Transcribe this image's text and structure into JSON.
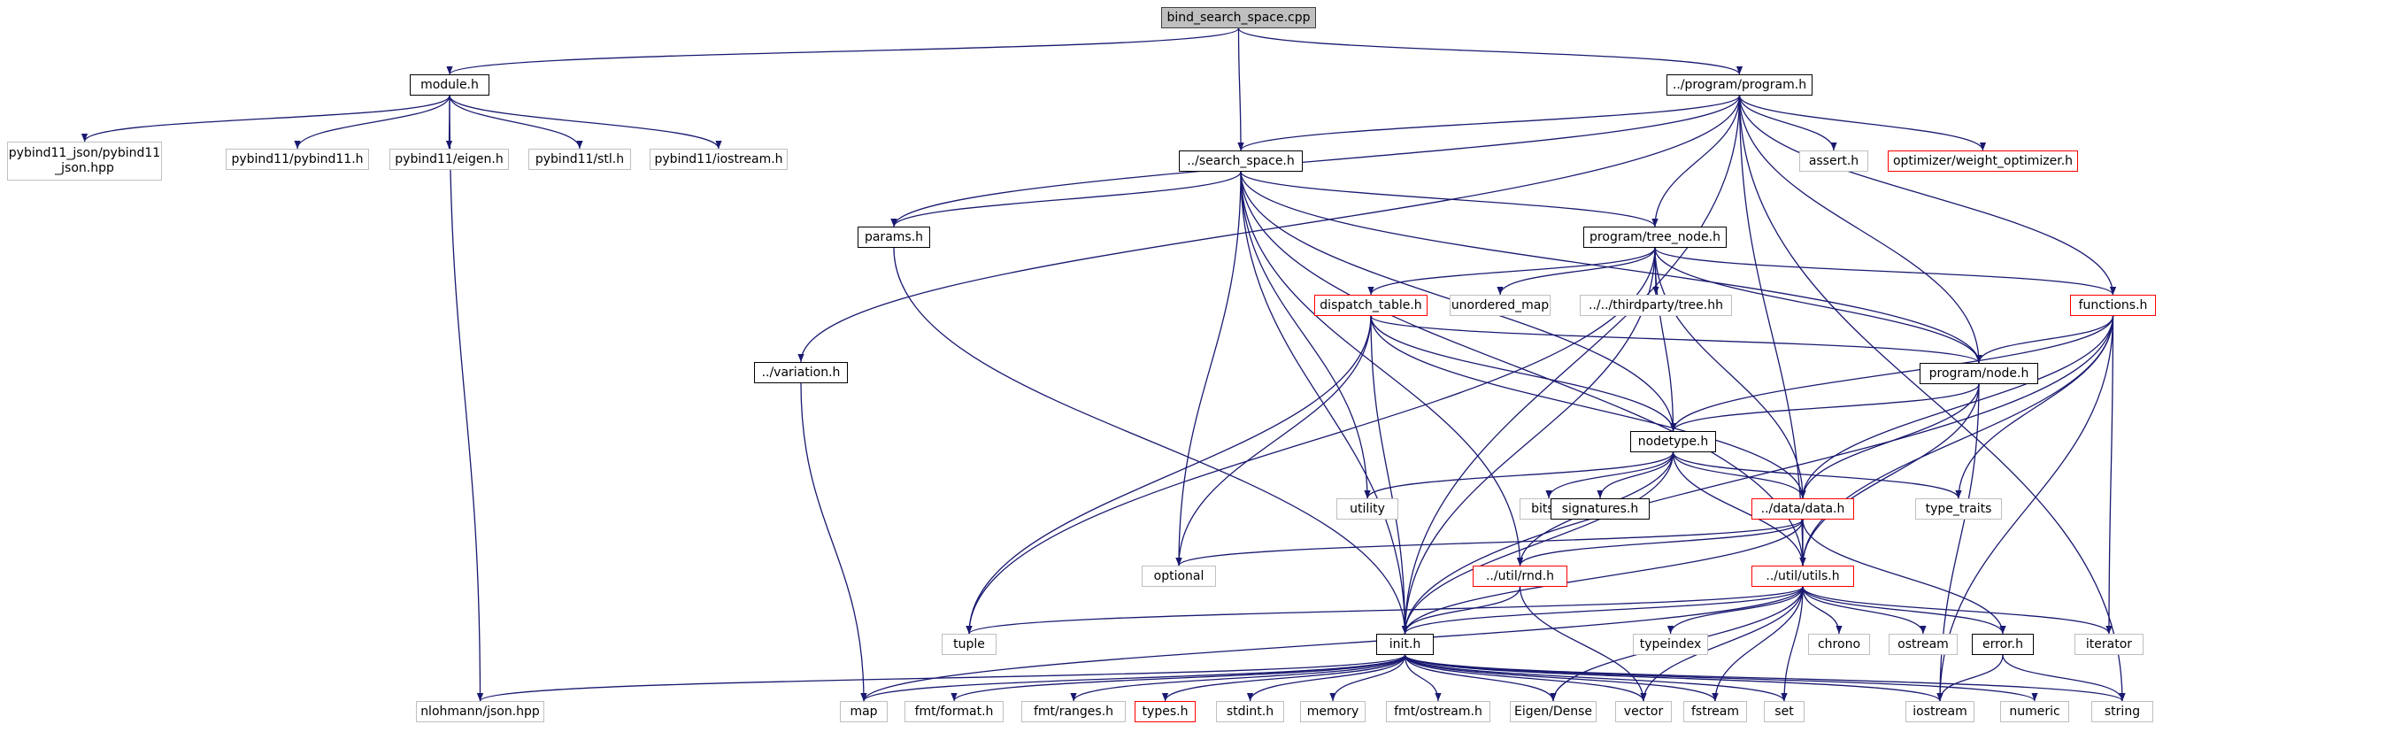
{
  "colors": {
    "edge": "#191970",
    "root_fill": "#bfbfbf",
    "documented_border": "#000000",
    "truncated_border": "#ff0000",
    "external_border": "#bfbfbf"
  },
  "nodes": {
    "bind_search_space_cpp": {
      "label": "bind_search_space.cpp",
      "kind": "root"
    },
    "module_h": {
      "label": "module.h",
      "kind": "documented"
    },
    "program_program_h": {
      "label": "../program/program.h",
      "kind": "documented"
    },
    "pybind11_json": {
      "label": "pybind11_json/pybind11 _json.hpp",
      "kind": "external"
    },
    "pybind11_pybind11": {
      "label": "pybind11/pybind11.h",
      "kind": "external"
    },
    "pybind11_eigen": {
      "label": "pybind11/eigen.h",
      "kind": "external"
    },
    "pybind11_stl": {
      "label": "pybind11/stl.h",
      "kind": "external"
    },
    "pybind11_iostream": {
      "label": "pybind11/iostream.h",
      "kind": "external"
    },
    "search_space_h": {
      "label": "../search_space.h",
      "kind": "documented"
    },
    "assert_h": {
      "label": "assert.h",
      "kind": "external"
    },
    "weight_optimizer_h": {
      "label": "optimizer/weight_optimizer.h",
      "kind": "truncated"
    },
    "params_h": {
      "label": "params.h",
      "kind": "documented"
    },
    "tree_node_h": {
      "label": "program/tree_node.h",
      "kind": "documented"
    },
    "variation_h": {
      "label": "../variation.h",
      "kind": "documented"
    },
    "dispatch_table_h": {
      "label": "dispatch_table.h",
      "kind": "truncated"
    },
    "unordered_map": {
      "label": "unordered_map",
      "kind": "external"
    },
    "thirdparty_tree": {
      "label": "../../thirdparty/tree.hh",
      "kind": "external"
    },
    "functions_h": {
      "label": "functions.h",
      "kind": "truncated"
    },
    "program_node_h": {
      "label": "program/node.h",
      "kind": "documented"
    },
    "nodetype_h": {
      "label": "nodetype.h",
      "kind": "documented"
    },
    "utility": {
      "label": "utility",
      "kind": "external"
    },
    "bitset": {
      "label": "bitset",
      "kind": "external"
    },
    "signatures_h": {
      "label": "signatures.h",
      "kind": "documented"
    },
    "data_data_h": {
      "label": "../data/data.h",
      "kind": "truncated"
    },
    "type_traits": {
      "label": "type_traits",
      "kind": "external"
    },
    "optional": {
      "label": "optional",
      "kind": "external"
    },
    "util_rnd_h": {
      "label": "../util/rnd.h",
      "kind": "truncated"
    },
    "util_utils_h": {
      "label": "../util/utils.h",
      "kind": "truncated"
    },
    "tuple": {
      "label": "tuple",
      "kind": "external"
    },
    "init_h": {
      "label": "init.h",
      "kind": "documented"
    },
    "typeindex": {
      "label": "typeindex",
      "kind": "external"
    },
    "chrono": {
      "label": "chrono",
      "kind": "external"
    },
    "ostream": {
      "label": "ostream",
      "kind": "external"
    },
    "error_h": {
      "label": "error.h",
      "kind": "documented"
    },
    "iterator": {
      "label": "iterator",
      "kind": "external"
    },
    "nlohmann_json": {
      "label": "nlohmann/json.hpp",
      "kind": "external"
    },
    "map": {
      "label": "map",
      "kind": "external"
    },
    "fmt_format": {
      "label": "fmt/format.h",
      "kind": "external"
    },
    "fmt_ranges": {
      "label": "fmt/ranges.h",
      "kind": "external"
    },
    "types_h": {
      "label": "types.h",
      "kind": "truncated"
    },
    "stdint_h": {
      "label": "stdint.h",
      "kind": "external"
    },
    "memory": {
      "label": "memory",
      "kind": "external"
    },
    "fmt_ostream": {
      "label": "fmt/ostream.h",
      "kind": "external"
    },
    "eigen_dense": {
      "label": "Eigen/Dense",
      "kind": "external"
    },
    "vector": {
      "label": "vector",
      "kind": "external"
    },
    "fstream": {
      "label": "fstream",
      "kind": "external"
    },
    "set": {
      "label": "set",
      "kind": "external"
    },
    "iostream": {
      "label": "iostream",
      "kind": "external"
    },
    "numeric": {
      "label": "numeric",
      "kind": "external"
    },
    "string": {
      "label": "string",
      "kind": "external"
    }
  },
  "edges": [
    [
      "bind_search_space_cpp",
      "module_h"
    ],
    [
      "bind_search_space_cpp",
      "search_space_h"
    ],
    [
      "bind_search_space_cpp",
      "program_program_h"
    ],
    [
      "module_h",
      "pybind11_json"
    ],
    [
      "module_h",
      "pybind11_pybind11"
    ],
    [
      "module_h",
      "pybind11_eigen"
    ],
    [
      "module_h",
      "pybind11_stl"
    ],
    [
      "module_h",
      "pybind11_iostream"
    ],
    [
      "module_h",
      "nlohmann_json"
    ],
    [
      "program_program_h",
      "search_space_h"
    ],
    [
      "program_program_h",
      "assert_h"
    ],
    [
      "program_program_h",
      "weight_optimizer_h"
    ],
    [
      "program_program_h",
      "params_h"
    ],
    [
      "program_program_h",
      "tree_node_h"
    ],
    [
      "program_program_h",
      "variation_h"
    ],
    [
      "program_program_h",
      "functions_h"
    ],
    [
      "program_program_h",
      "program_node_h"
    ],
    [
      "program_program_h",
      "init_h"
    ],
    [
      "program_program_h",
      "util_utils_h"
    ],
    [
      "program_program_h",
      "string"
    ],
    [
      "search_space_h",
      "params_h"
    ],
    [
      "search_space_h",
      "tree_node_h"
    ],
    [
      "search_space_h",
      "program_node_h"
    ],
    [
      "search_space_h",
      "nodetype_h"
    ],
    [
      "search_space_h",
      "utility"
    ],
    [
      "search_space_h",
      "optional"
    ],
    [
      "search_space_h",
      "util_rnd_h"
    ],
    [
      "search_space_h",
      "util_utils_h"
    ],
    [
      "search_space_h",
      "init_h"
    ],
    [
      "params_h",
      "init_h"
    ],
    [
      "variation_h",
      "map"
    ],
    [
      "tree_node_h",
      "dispatch_table_h"
    ],
    [
      "tree_node_h",
      "unordered_map"
    ],
    [
      "tree_node_h",
      "thirdparty_tree"
    ],
    [
      "tree_node_h",
      "functions_h"
    ],
    [
      "tree_node_h",
      "program_node_h"
    ],
    [
      "tree_node_h",
      "nodetype_h"
    ],
    [
      "tree_node_h",
      "data_data_h"
    ],
    [
      "tree_node_h",
      "tuple"
    ],
    [
      "tree_node_h",
      "init_h"
    ],
    [
      "dispatch_table_h",
      "program_node_h"
    ],
    [
      "dispatch_table_h",
      "nodetype_h"
    ],
    [
      "dispatch_table_h",
      "data_data_h"
    ],
    [
      "dispatch_table_h",
      "optional"
    ],
    [
      "dispatch_table_h",
      "tuple"
    ],
    [
      "dispatch_table_h",
      "init_h"
    ],
    [
      "functions_h",
      "program_node_h"
    ],
    [
      "functions_h",
      "nodetype_h"
    ],
    [
      "functions_h",
      "data_data_h"
    ],
    [
      "functions_h",
      "util_utils_h"
    ],
    [
      "functions_h",
      "type_traits"
    ],
    [
      "functions_h",
      "iterator"
    ],
    [
      "functions_h",
      "init_h"
    ],
    [
      "functions_h",
      "iostream"
    ],
    [
      "program_node_h",
      "nodetype_h"
    ],
    [
      "program_node_h",
      "data_data_h"
    ],
    [
      "program_node_h",
      "util_utils_h"
    ],
    [
      "program_node_h",
      "iostream"
    ],
    [
      "nodetype_h",
      "utility"
    ],
    [
      "nodetype_h",
      "bitset"
    ],
    [
      "nodetype_h",
      "signatures_h"
    ],
    [
      "nodetype_h",
      "data_data_h"
    ],
    [
      "nodetype_h",
      "type_traits"
    ],
    [
      "nodetype_h",
      "util_rnd_h"
    ],
    [
      "nodetype_h",
      "util_utils_h"
    ],
    [
      "nodetype_h",
      "init_h"
    ],
    [
      "data_data_h",
      "optional"
    ],
    [
      "data_data_h",
      "util_rnd_h"
    ],
    [
      "data_data_h",
      "util_utils_h"
    ],
    [
      "data_data_h",
      "error_h"
    ],
    [
      "data_data_h",
      "init_h"
    ],
    [
      "util_rnd_h",
      "init_h"
    ],
    [
      "util_rnd_h",
      "vector"
    ],
    [
      "util_utils_h",
      "tuple"
    ],
    [
      "util_utils_h",
      "init_h"
    ],
    [
      "util_utils_h",
      "typeindex"
    ],
    [
      "util_utils_h",
      "chrono"
    ],
    [
      "util_utils_h",
      "ostream"
    ],
    [
      "util_utils_h",
      "error_h"
    ],
    [
      "util_utils_h",
      "iterator"
    ],
    [
      "util_utils_h",
      "map"
    ],
    [
      "util_utils_h",
      "eigen_dense"
    ],
    [
      "util_utils_h",
      "vector"
    ],
    [
      "util_utils_h",
      "fstream"
    ],
    [
      "util_utils_h",
      "set"
    ],
    [
      "init_h",
      "nlohmann_json"
    ],
    [
      "init_h",
      "map"
    ],
    [
      "init_h",
      "fmt_format"
    ],
    [
      "init_h",
      "fmt_ranges"
    ],
    [
      "init_h",
      "types_h"
    ],
    [
      "init_h",
      "stdint_h"
    ],
    [
      "init_h",
      "memory"
    ],
    [
      "init_h",
      "fmt_ostream"
    ],
    [
      "init_h",
      "eigen_dense"
    ],
    [
      "init_h",
      "vector"
    ],
    [
      "init_h",
      "fstream"
    ],
    [
      "init_h",
      "set"
    ],
    [
      "init_h",
      "iostream"
    ],
    [
      "init_h",
      "numeric"
    ],
    [
      "init_h",
      "string"
    ],
    [
      "error_h",
      "iostream"
    ],
    [
      "error_h",
      "string"
    ]
  ]
}
